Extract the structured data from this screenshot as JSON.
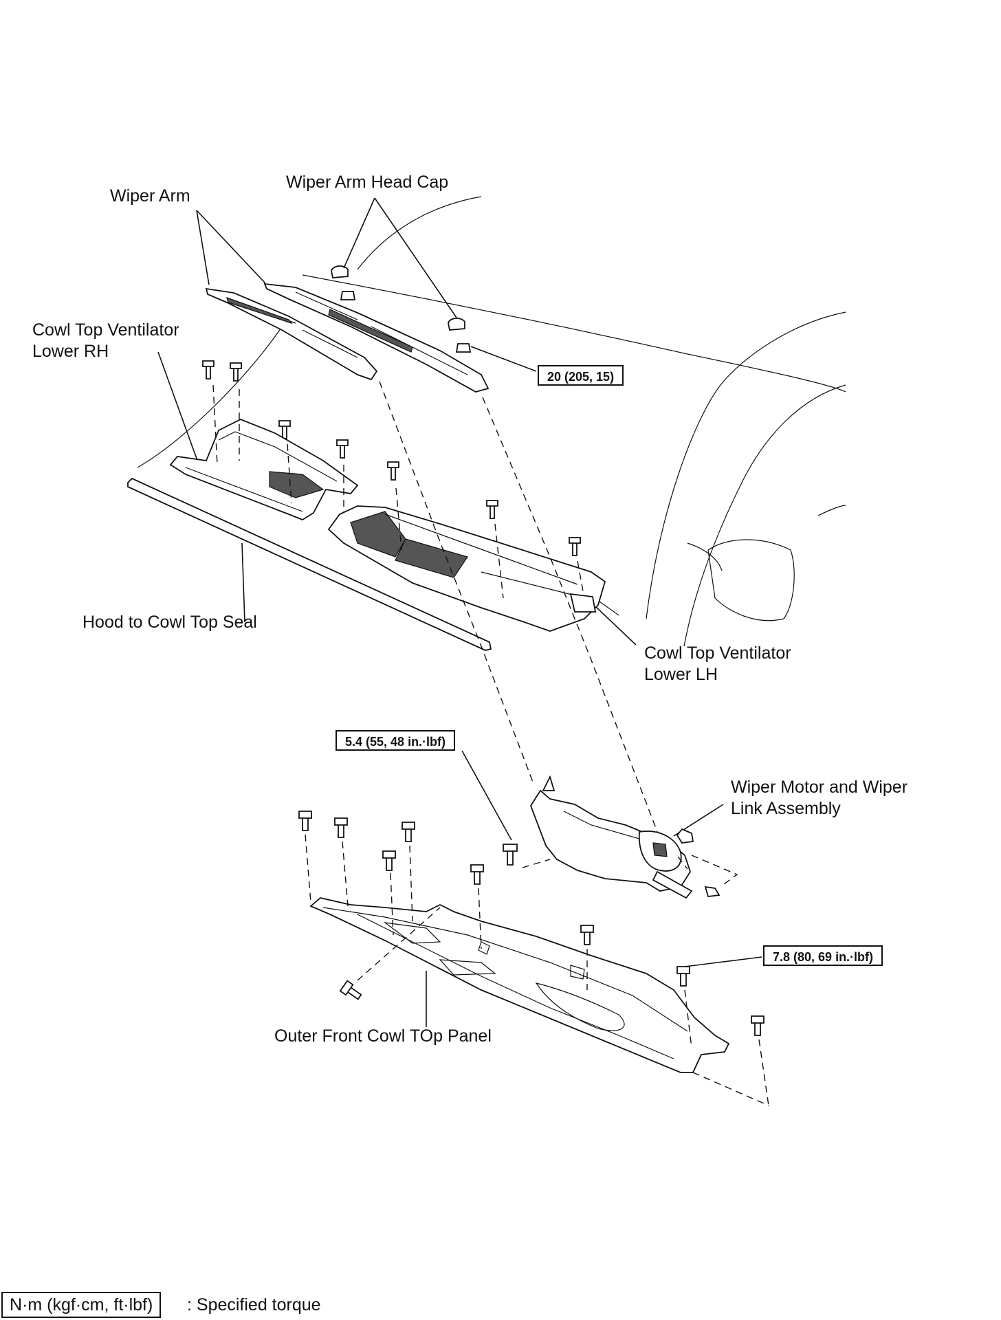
{
  "labels": {
    "wiper_arm": "Wiper Arm",
    "wiper_arm_head_cap": "Wiper Arm Head Cap",
    "cowl_rh_line1": "Cowl Top Ventilator",
    "cowl_rh_line2": "Lower RH",
    "hood_seal": "Hood to Cowl Top Seal",
    "cowl_lh_line1": "Cowl Top Ventilator",
    "cowl_lh_line2": "Lower LH",
    "motor_line1": "Wiper Motor and Wiper",
    "motor_line2": "Link Assembly",
    "outer_panel": "Outer Front Cowl TOp Panel"
  },
  "torques": {
    "wiper_arm_nut": "20 (205, 15)",
    "motor_bolt": "5.4 (55, 48 in.·lbf)",
    "panel_bolt": "7.8 (80, 69 in.·lbf)"
  },
  "legend": {
    "unit_box": "N·m (kgf·cm, ft·lbf)",
    "description": ": Specified torque"
  }
}
